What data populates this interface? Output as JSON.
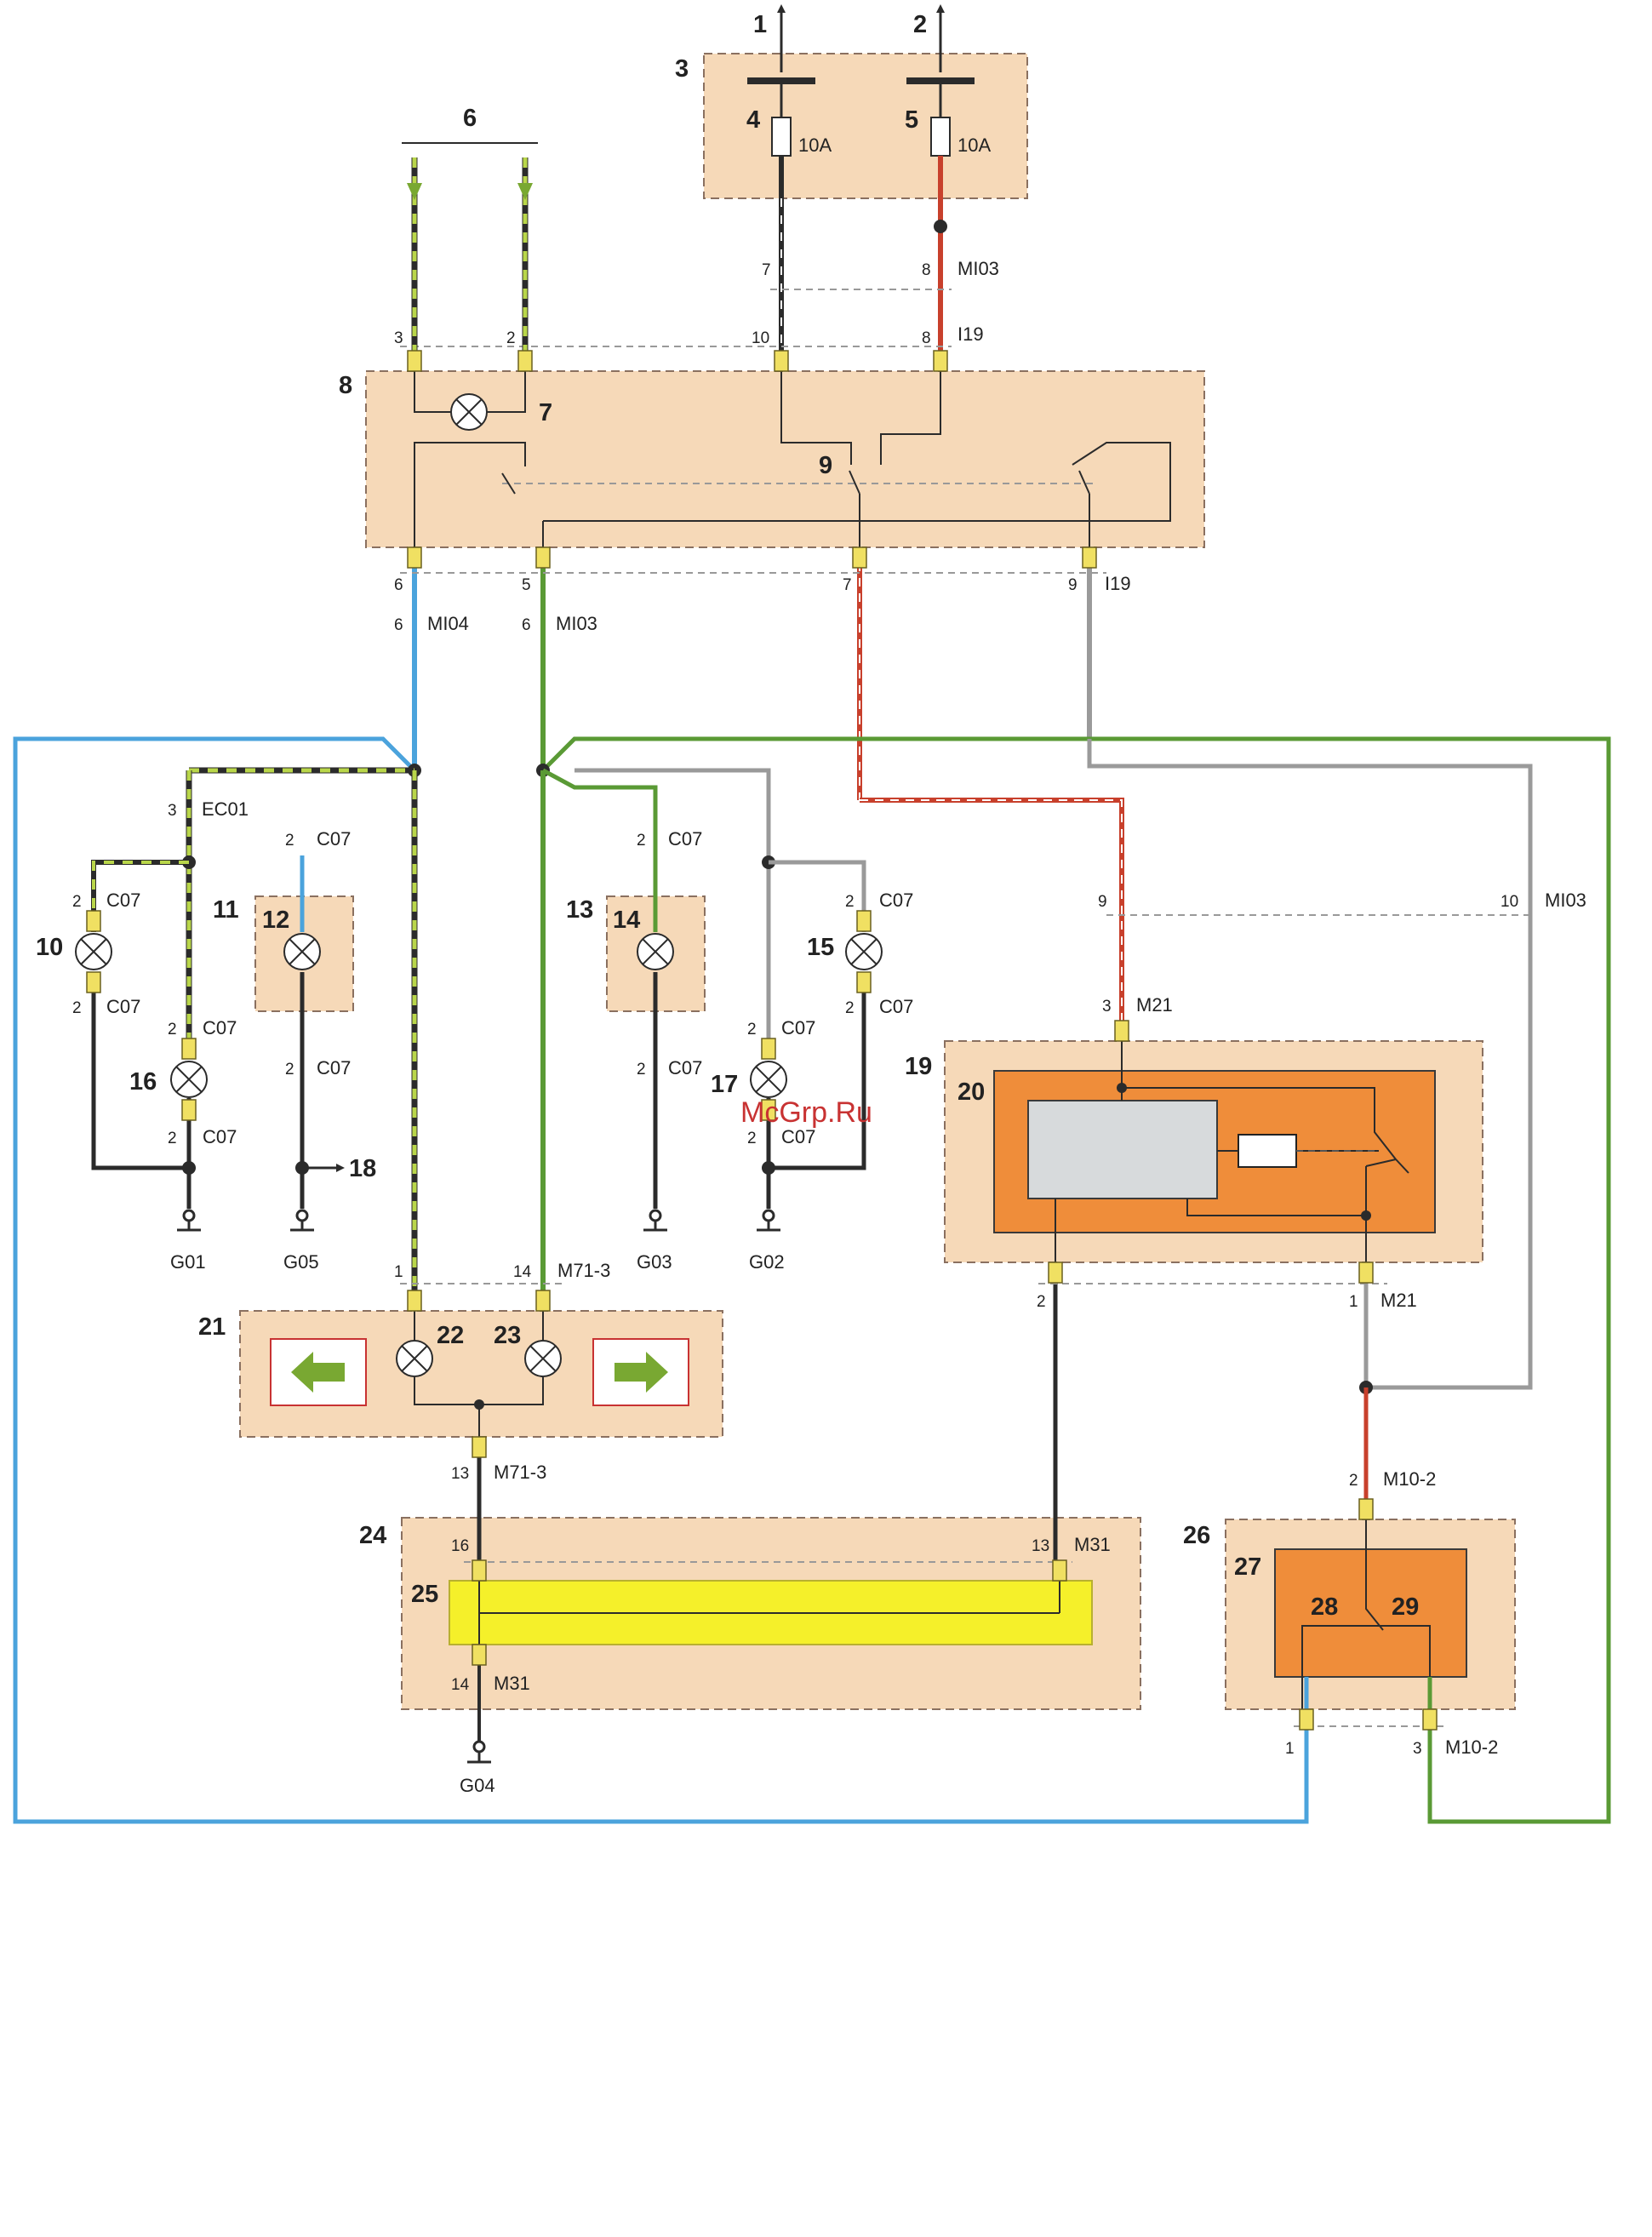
{
  "colors": {
    "black": "#2b2b2b",
    "red": "#c8402c",
    "green": "#5a9a35",
    "yellow_green": "#b9d64a",
    "blue": "#4ba3dc",
    "gray": "#9a9a9a",
    "box_fill": "#f6d9b8",
    "module_fill": "#ef8d3a",
    "ecu_fill": "#d7dadc",
    "indicator_fill": "#f5f02a",
    "terminal": "#f0e062",
    "arrow_green": "#79a832",
    "watermark": "#c83232"
  },
  "watermark": "McGrp.Ru",
  "callouts": {
    "c1": "1",
    "c2": "2",
    "c3": "3",
    "c4": "4",
    "c5": "5",
    "c6": "6",
    "c7": "7",
    "c8": "8",
    "c9": "9",
    "c10": "10",
    "c11": "11",
    "c12": "12",
    "c13": "13",
    "c14": "14",
    "c15": "15",
    "c16": "16",
    "c17": "17",
    "c18": "18",
    "c19": "19",
    "c20": "20",
    "c21": "21",
    "c22": "22",
    "c23": "23",
    "c24": "24",
    "c25": "25",
    "c26": "26",
    "c27": "27",
    "c28": "28",
    "c29": "29"
  },
  "fuses": {
    "fuse4": "10A",
    "fuse5": "10A"
  },
  "pins": {
    "p_f4_7": "7",
    "p_f5_8": "8",
    "p_sw_3": "3",
    "p_sw_2": "2",
    "p_sw_10": "10",
    "p_sw_8": "8",
    "p_sw_6": "6",
    "p_sw_5": "5",
    "p_sw_7": "7",
    "p_sw_9": "9",
    "p_mi04_6": "6",
    "p_mi03_6": "6",
    "p_ec01_3": "3",
    "p_12_top": "2",
    "p_12_bot": "2",
    "p_10_top": "2",
    "p_10_bot": "2",
    "p_16_top": "2",
    "p_16_bot": "2",
    "p_14_top": "2",
    "p_14_bot": "2",
    "p_15_top": "2",
    "p_15_bot": "2",
    "p_17_top": "2",
    "p_17_bot": "2",
    "p_m21_9": "9",
    "p_mi03_10": "10",
    "p_m21_3": "3",
    "p_m21_2": "2",
    "p_m21_1": "1",
    "p_cl_1": "1",
    "p_cl_14": "14",
    "p_cl_13": "13",
    "p_ic_16": "16",
    "p_ic_13": "13",
    "p_ic_14": "14",
    "p_m10_2": "2",
    "p_m10_1": "1",
    "p_m10_3": "3"
  },
  "connectors": {
    "mi03_top": "MI03",
    "i19_top": "I19",
    "mi04": "MI04",
    "mi03_mid": "MI03",
    "i19_mid": "I19",
    "ec01": "EC01",
    "c07_12t": "C07",
    "c07_12b": "C07",
    "c07_10t": "C07",
    "c07_10b": "C07",
    "c07_16t": "C07",
    "c07_16b": "C07",
    "c07_14t": "C07",
    "c07_14b": "C07",
    "c07_15t": "C07",
    "c07_15b": "C07",
    "c07_17t": "C07",
    "c07_17b": "C07",
    "mi03_right": "MI03",
    "m21_3": "M21",
    "m21_1": "M21",
    "m71_3_top": "M71-3",
    "m71_3_bot": "M71-3",
    "m31_13": "M31",
    "m31_14": "M31",
    "m10_2_top": "M10-2",
    "m10_2_bot": "M10-2"
  },
  "grounds": {
    "g01": "G01",
    "g05": "G05",
    "g03": "G03",
    "g02": "G02",
    "g04": "G04"
  }
}
